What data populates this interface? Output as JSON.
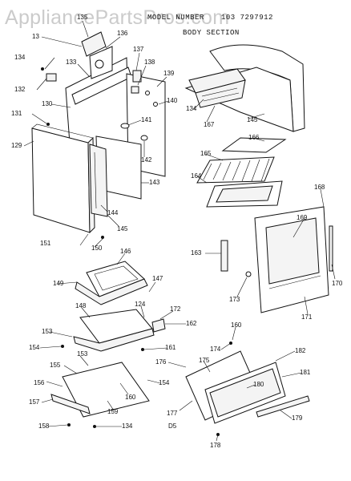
{
  "header": {
    "model_label": "MODEL NUMBER",
    "model_number": "103 7297912",
    "section": "BODY SECTION",
    "watermark": "AppliancePartsPros.com"
  },
  "parts": [
    {
      "id": "p135",
      "label": "135"
    },
    {
      "id": "p13",
      "label": "13"
    },
    {
      "id": "p136",
      "label": "136"
    },
    {
      "id": "p137",
      "label": "137"
    },
    {
      "id": "p138",
      "label": "138"
    },
    {
      "id": "p134a",
      "label": "134"
    },
    {
      "id": "p133",
      "label": "133"
    },
    {
      "id": "p139",
      "label": "139"
    },
    {
      "id": "p132",
      "label": "132"
    },
    {
      "id": "p140",
      "label": "140"
    },
    {
      "id": "p130",
      "label": "130"
    },
    {
      "id": "p131",
      "label": "131"
    },
    {
      "id": "p141",
      "label": "141"
    },
    {
      "id": "p129",
      "label": "129"
    },
    {
      "id": "p142",
      "label": "142"
    },
    {
      "id": "p143",
      "label": "143"
    },
    {
      "id": "p144",
      "label": "144"
    },
    {
      "id": "p145a",
      "label": "145"
    },
    {
      "id": "p151",
      "label": "151"
    },
    {
      "id": "p150",
      "label": "150"
    },
    {
      "id": "p134b",
      "label": "134"
    },
    {
      "id": "p167",
      "label": "167"
    },
    {
      "id": "p145b",
      "label": "145"
    },
    {
      "id": "p166",
      "label": "166"
    },
    {
      "id": "p165",
      "label": "165"
    },
    {
      "id": "p164",
      "label": "164"
    },
    {
      "id": "p168",
      "label": "168"
    },
    {
      "id": "p169",
      "label": "169"
    },
    {
      "id": "p163",
      "label": "163"
    },
    {
      "id": "p170",
      "label": "170"
    },
    {
      "id": "p173",
      "label": "173"
    },
    {
      "id": "p171",
      "label": "171"
    },
    {
      "id": "p146",
      "label": "146"
    },
    {
      "id": "p149",
      "label": "149"
    },
    {
      "id": "p147",
      "label": "147"
    },
    {
      "id": "p148",
      "label": "148"
    },
    {
      "id": "p124",
      "label": "124"
    },
    {
      "id": "p172",
      "label": "172"
    },
    {
      "id": "p162",
      "label": "162"
    },
    {
      "id": "p153a",
      "label": "153"
    },
    {
      "id": "p154a",
      "label": "154"
    },
    {
      "id": "p161",
      "label": "161"
    },
    {
      "id": "p153b",
      "label": "153"
    },
    {
      "id": "p155",
      "label": "155"
    },
    {
      "id": "p154b",
      "label": "154"
    },
    {
      "id": "p156",
      "label": "156"
    },
    {
      "id": "p160a",
      "label": "160"
    },
    {
      "id": "p157",
      "label": "157"
    },
    {
      "id": "p159",
      "label": "159"
    },
    {
      "id": "p158",
      "label": "158"
    },
    {
      "id": "p134c",
      "label": "134"
    },
    {
      "id": "p160b",
      "label": "160"
    },
    {
      "id": "p174",
      "label": "174"
    },
    {
      "id": "p182",
      "label": "182"
    },
    {
      "id": "p176",
      "label": "176"
    },
    {
      "id": "p175",
      "label": "175"
    },
    {
      "id": "p181",
      "label": "181"
    },
    {
      "id": "p180",
      "label": "180"
    },
    {
      "id": "p177",
      "label": "177"
    },
    {
      "id": "p179",
      "label": "179"
    },
    {
      "id": "pD5",
      "label": "D5"
    },
    {
      "id": "p178",
      "label": "178"
    }
  ]
}
